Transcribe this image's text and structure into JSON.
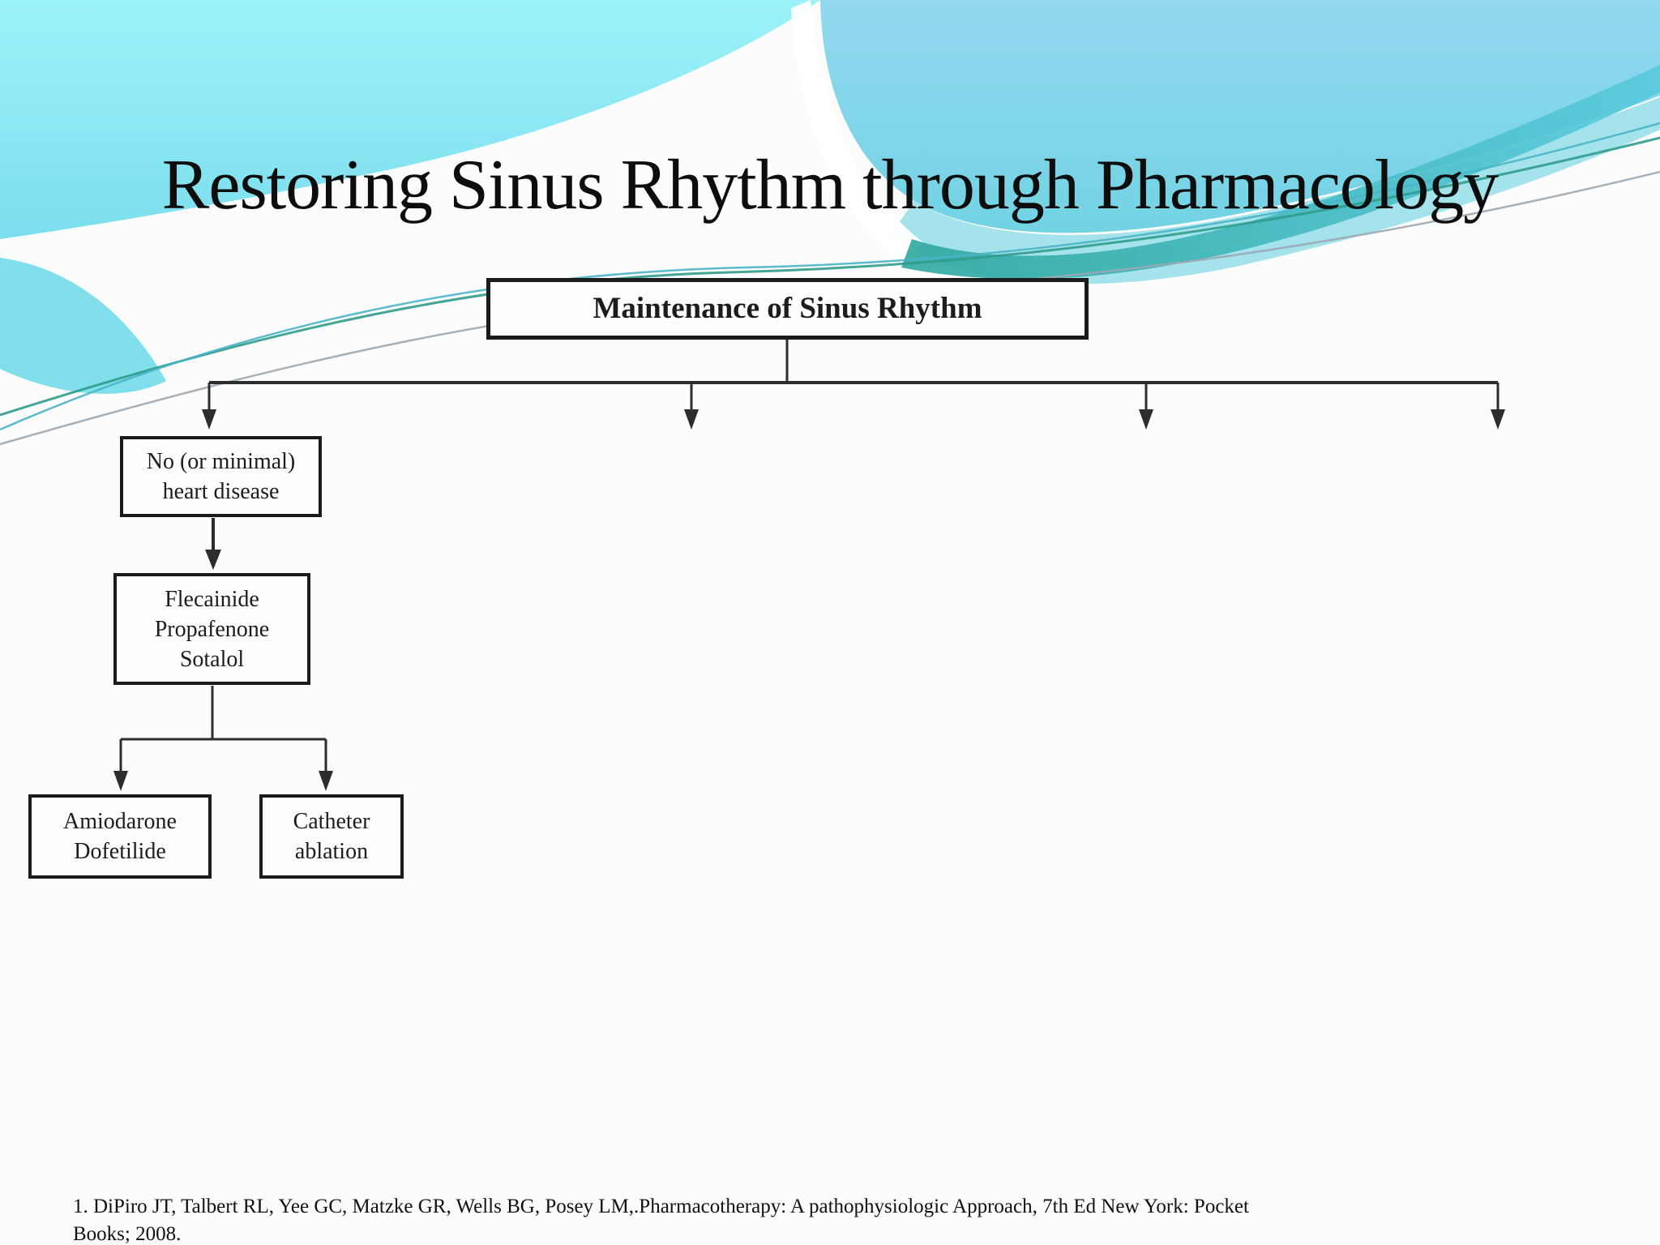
{
  "slide": {
    "title": "Restoring Sinus Rhythm through Pharmacology"
  },
  "flowchart": {
    "root": {
      "label": "Maintenance of Sinus Rhythm"
    },
    "nodes": {
      "no_heart_disease": {
        "lines": [
          "No (or minimal)",
          "heart disease"
        ]
      },
      "drugs": {
        "lines": [
          "Flecainide",
          "Propafenone",
          "Sotalol"
        ]
      },
      "amiodarone_dofetilide": {
        "lines": [
          "Amiodarone",
          "Dofetilide"
        ]
      },
      "catheter_ablation": {
        "lines": [
          "Catheter",
          "ablation"
        ]
      }
    }
  },
  "footer": {
    "citation_line1": "1. DiPiro JT, Talbert RL, Yee GC, Matzke GR, Wells BG, Posey LM,.Pharmacotherapy: A pathophysiologic Approach, 7th Ed New York: Pocket",
    "citation_line2": "Books; 2008."
  },
  "colors": {
    "wave_cyan_light": "#9df2fa",
    "wave_cyan": "#7cdeed",
    "wave_blue_light": "#92d8ef",
    "wave_blue": "#72d3e3",
    "wave_teal_dark": "#2ea79e",
    "wave_line_green": "#2f9c8c",
    "wave_line_blue": "#49b4c6",
    "wave_line_gray": "#9aa9b4",
    "ink": "#1b1b1b",
    "background": "#fcfcfc"
  }
}
